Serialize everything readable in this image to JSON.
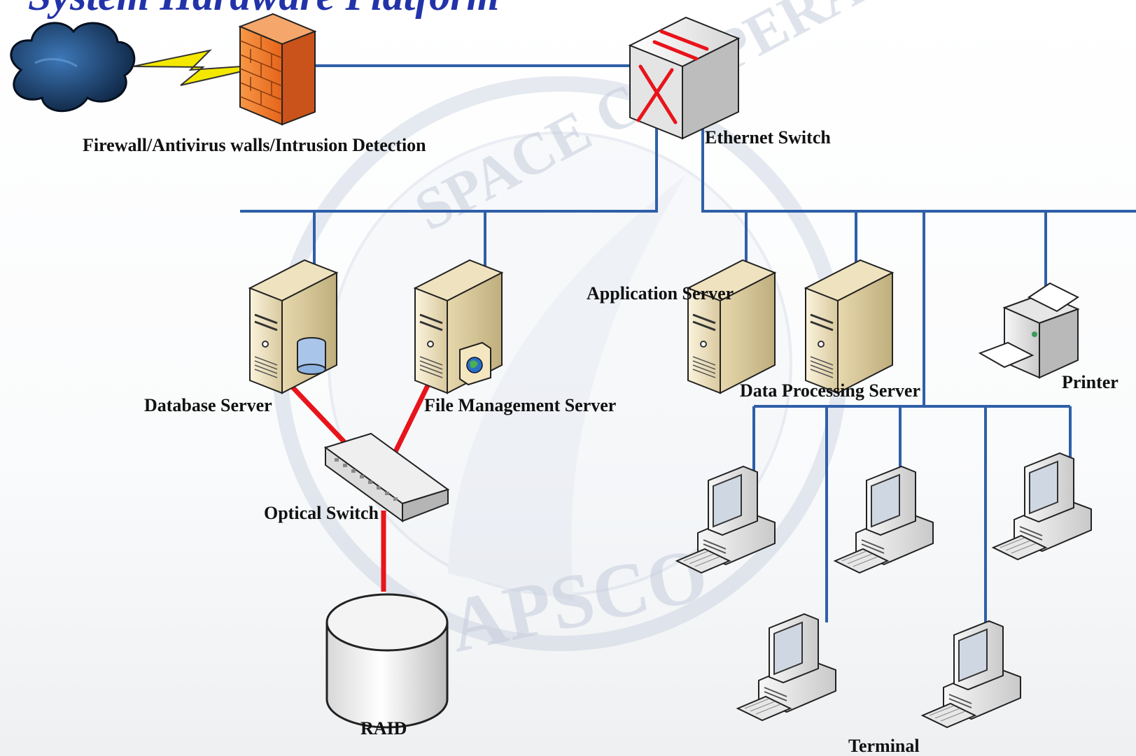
{
  "title": "System Hardware Platform",
  "labels": {
    "firewall": "Firewall/Antivirus walls/Intrusion Detection",
    "ethernet_switch": "Ethernet Switch",
    "application_server": "Application Server",
    "database_server": "Database Server",
    "file_management_server": "File Management Server",
    "data_processing_server": "Data Processing Server",
    "printer": "Printer",
    "optical_switch": "Optical Switch",
    "raid": "RAID",
    "terminal": "Terminal"
  },
  "watermark": {
    "text_top": "SPACE COOPERATION",
    "text_bottom": "APSCO"
  },
  "colors": {
    "network_line": "#2f5fa8",
    "fiber_line": "#e8141b",
    "title": "#2233aa",
    "firewall": "#f07a24",
    "watermark": "#b9c4d8"
  }
}
